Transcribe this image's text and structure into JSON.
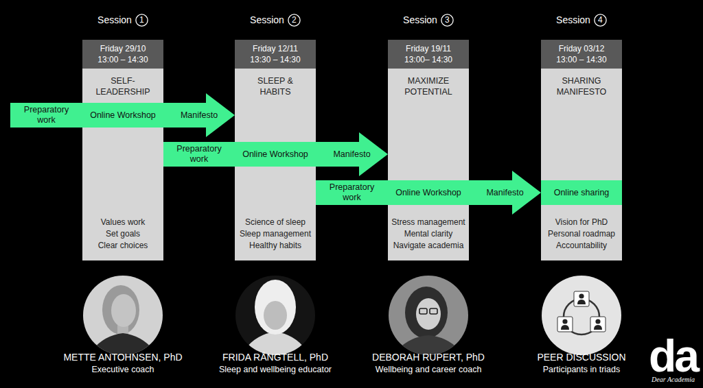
{
  "diagram": {
    "nodes": [
      {
        "text": [
          "1"
        ]
      },
      {
        "text": [
          "2"
        ]
      },
      {
        "text": [
          "3"
        ]
      },
      {
        "text": [
          "4"
        ]
      },
      {
        "text": [
          "SELF- LEADERSHIP",
          "Values work",
          "Set goals",
          "Clear choices"
        ]
      },
      {
        "text": [
          "SLEEP & HABITS",
          "Science of sleep",
          "Sleep management",
          "Healthy habits"
        ]
      },
      {
        "text": [
          "MAXIMIZE POTENTIAL",
          "Stress management",
          "Mental clarity",
          "Navigate academia"
        ]
      },
      {
        "text": [
          "SHARING MANIFESTO",
          "Vision for PhD",
          "Personal roadmap",
          "Accountability"
        ]
      },
      {
        "text": [
          "Friday 29/10",
          "13:00 – 14:30"
        ],
        "in": 4
      },
      {
        "text": [
          "Friday 12/11",
          "13:30 – 14:30"
        ],
        "in": 5
      },
      {
        "text": [
          "Friday 19/11",
          "13:00– 14:30"
        ],
        "in": 6
      },
      {
        "text": [
          "Friday 03/12",
          "13:00 – 14:30"
        ],
        "in": 7
      },
      {
        "text": [
          "Preparatory work",
          "Online Workshop",
          "Manifesto"
        ]
      },
      {
        "text": [
          "Preparatory work",
          "Online Workshop",
          "Manifesto"
        ]
      },
      {
        "text": [
          "Preparatory work",
          "Online Workshop",
          "Manifesto"
        ]
      },
      {
        "text": [
          "Online sharing"
        ],
        "in": 7
      }
    ],
    "labels": [
      "Session",
      "Session",
      "Session",
      "Session",
      "METTE ANTOHNSEN, PhD",
      "Executive coach",
      "FRIDA RÅNGTELL, PhD",
      "Sleep and wellbeing educator",
      "DEBORAH RUPERT, PhD",
      "Wellbeing and career coach",
      "PEER DISCUSSION",
      "Participants in triads",
      "da",
      "Dear Academia"
    ]
  }
}
